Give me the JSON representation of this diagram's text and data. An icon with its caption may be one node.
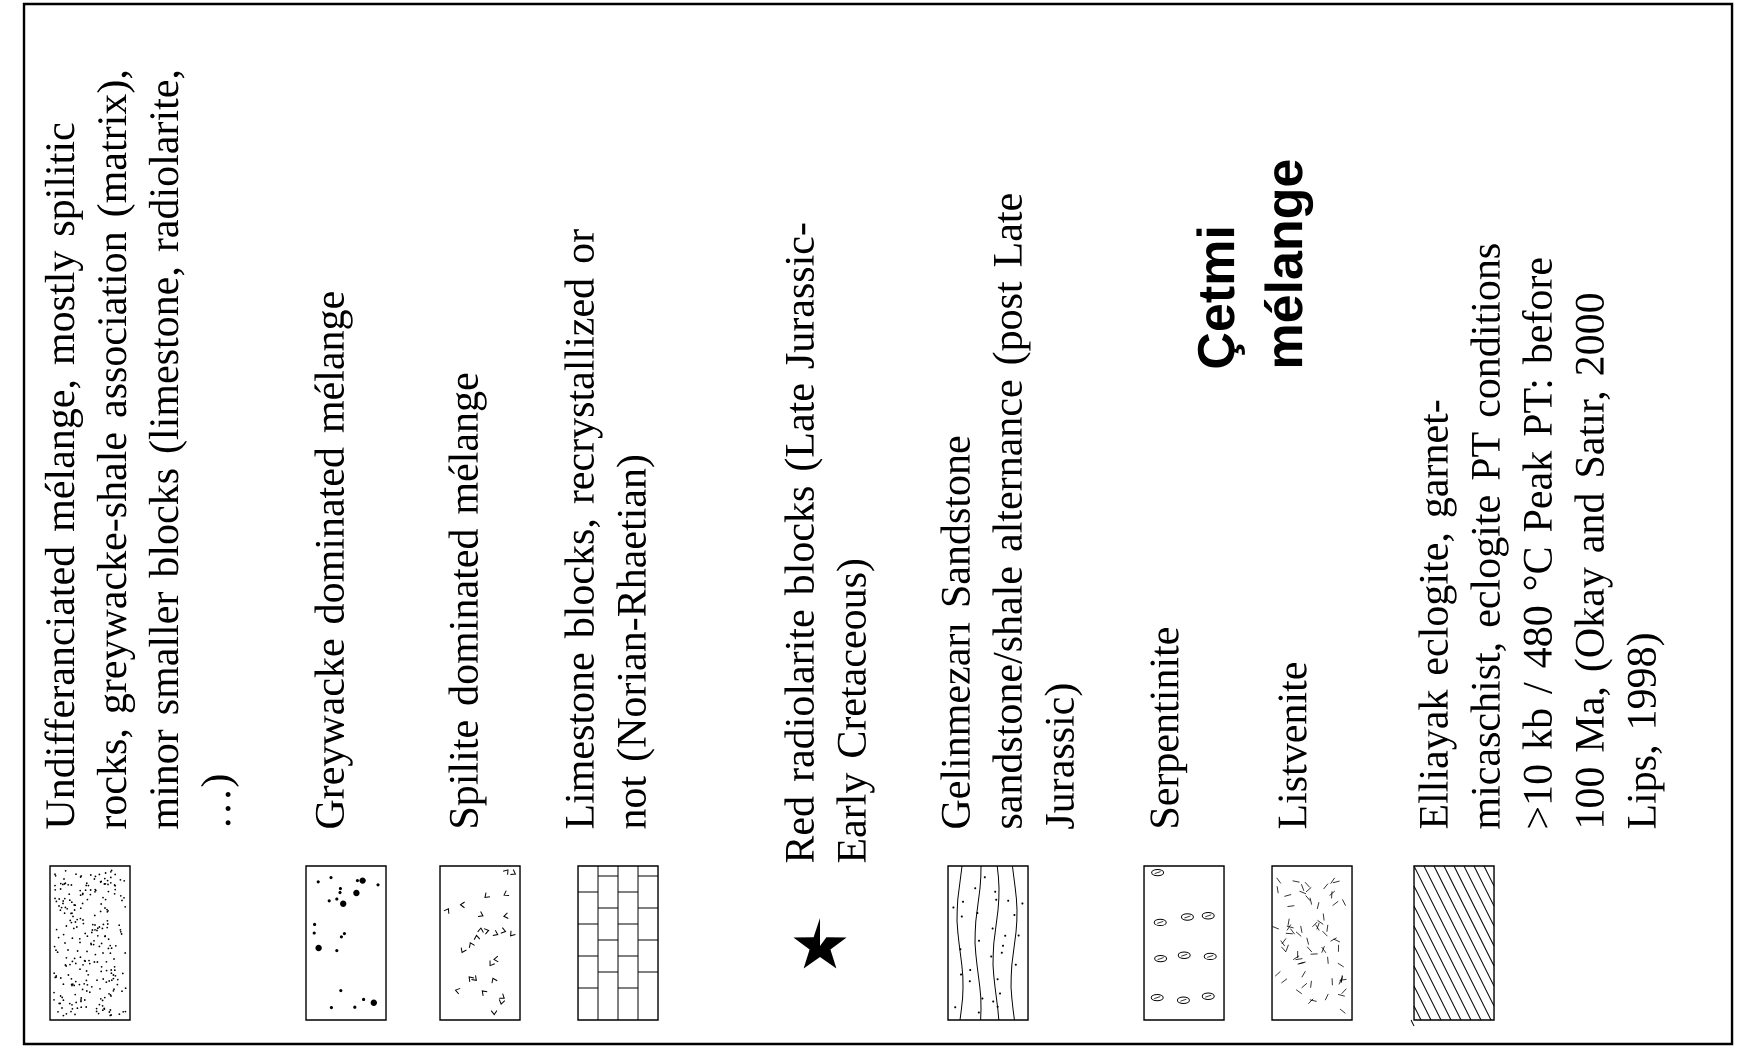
{
  "diagram": {
    "title": "Çetmi mélange",
    "legend": [
      {
        "text": "Undifferanciated mélange, mostly spilitic rocks, greywacke-shale association (matrix), minor smaller blocks (limestone, radiolarite, …)"
      },
      {
        "text": "Greywacke dominated mélange"
      },
      {
        "text": "Spilite dominated mélange"
      },
      {
        "text": "Limestone blocks, recrystallized or not (Norian-Rhaetian)"
      },
      {
        "text": "Red radiolarite blocks (Late Jurassic-Early Cretaceous)"
      },
      {
        "text": "Gelinmezarı Sandstone sandstone/shale alternance (post Late Jurassic)"
      },
      {
        "text": "Serpentinite"
      },
      {
        "text": "Listvenite"
      },
      {
        "text": "Elliayak eclogite, garnet-micaschist, eclogite PT conditions >10 kb / 480 °C Peak PT: before 100 Ma, (Okay and Satır, 2000 Lips, 1998)"
      }
    ]
  }
}
